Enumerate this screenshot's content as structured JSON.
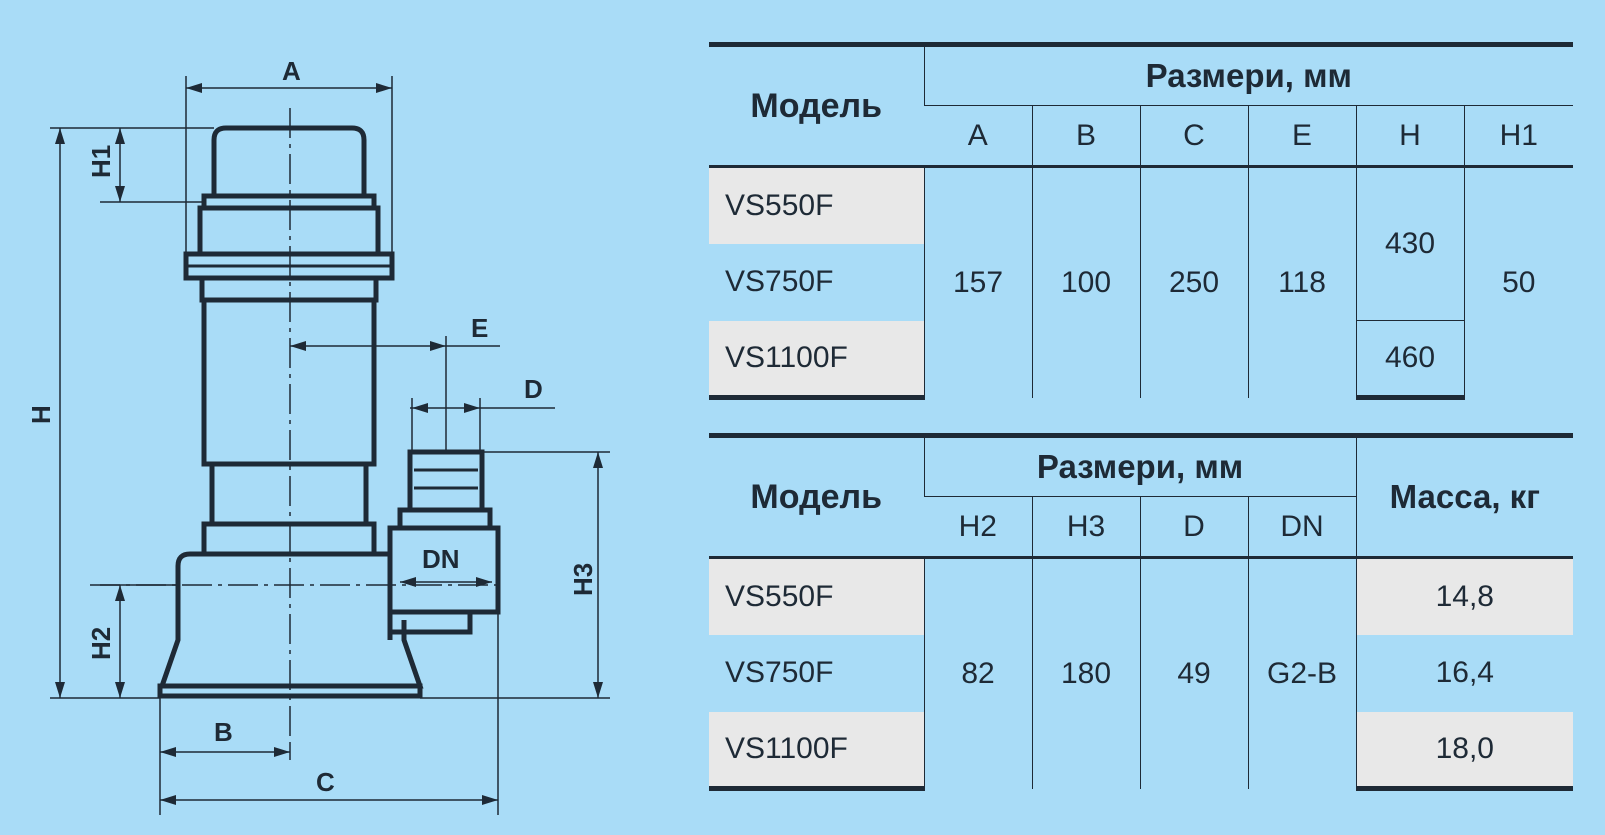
{
  "drawing": {
    "labels": {
      "A": "A",
      "H1": "H1",
      "H": "H",
      "E": "E",
      "D": "D",
      "DN": "DN",
      "H2": "H2",
      "H3": "H3",
      "B": "B",
      "C": "C"
    }
  },
  "table1": {
    "model_header": "Модель",
    "group_header": "Размери, мм",
    "columns": [
      "A",
      "B",
      "C",
      "E",
      "H",
      "H1"
    ],
    "models": [
      "VS550F",
      "VS750F",
      "VS1100F"
    ],
    "values": {
      "A": "157",
      "B": "100",
      "C": "250",
      "E": "118",
      "H_top": "430",
      "H_bottom": "460",
      "H1": "50"
    }
  },
  "table2": {
    "model_header": "Модель",
    "group_header": "Размери, мм",
    "mass_header": "Масса, кг",
    "columns": [
      "H2",
      "H3",
      "D",
      "DN"
    ],
    "models": [
      "VS550F",
      "VS750F",
      "VS1100F"
    ],
    "values": {
      "H2": "82",
      "H3": "180",
      "D": "49",
      "DN": "G2-B"
    },
    "mass": [
      "14,8",
      "16,4",
      "18,0"
    ]
  },
  "colors": {
    "background": "#a9dcf7",
    "row_gray": "#e8e8e8",
    "line": "#1e2a36"
  }
}
